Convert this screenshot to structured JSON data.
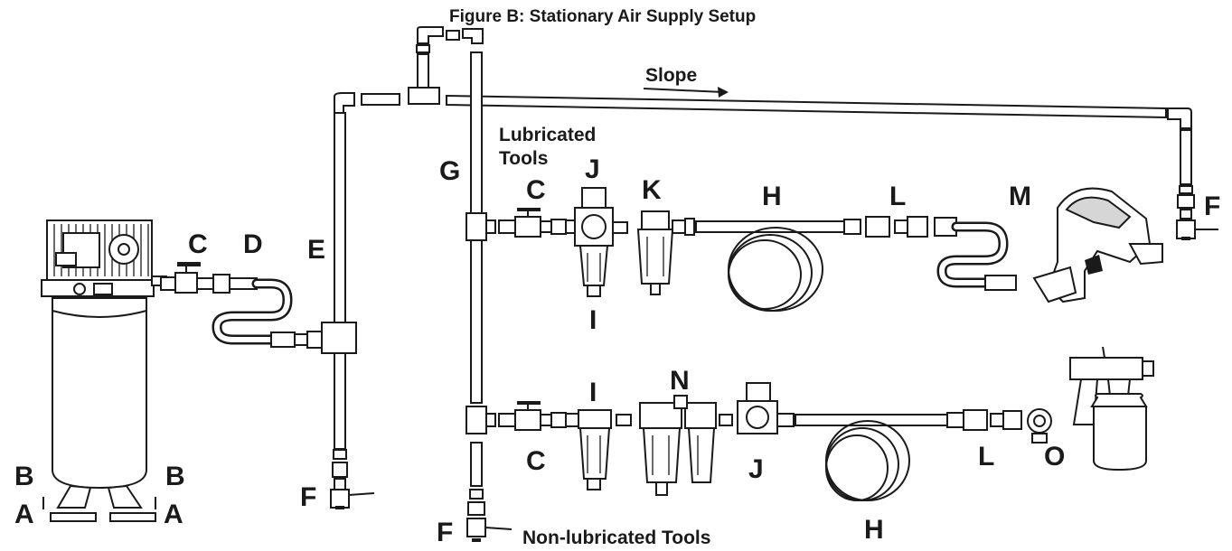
{
  "figure": {
    "title": "Figure B:  Stationary Air Supply Setup",
    "slope": "Slope",
    "lubricated_heading_line1": "Lubricated",
    "lubricated_heading_line2": "Tools",
    "nonlubricated_heading": "Non-lubricated Tools"
  },
  "labels": {
    "A": "A",
    "B": "B",
    "C": "C",
    "D": "D",
    "E": "E",
    "F": "F",
    "G": "G",
    "H": "H",
    "I": "I",
    "J": "J",
    "K": "K",
    "L": "L",
    "M": "M",
    "N": "N",
    "O": "O"
  },
  "colors": {
    "line": "#1a1a1a",
    "fill": "#ffffff",
    "shade": "#cfcfcf"
  }
}
